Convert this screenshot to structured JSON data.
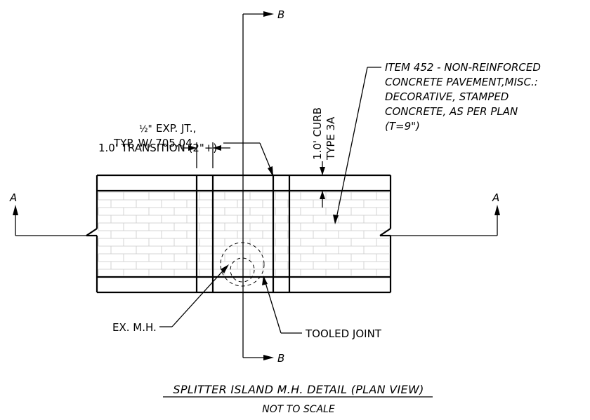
{
  "section_markers": {
    "b": "B",
    "a": "A"
  },
  "labels": {
    "item_note": [
      "ITEM 452 - NON-REINFORCED",
      "CONCRETE PAVEMENT,MISC.:",
      "DECORATIVE, STAMPED",
      "CONCRETE, AS PER PLAN",
      "(T=9\")"
    ],
    "curb_note": [
      "1.0' CURB",
      "TYPE 3A"
    ],
    "exp_jt_frac": "½\"",
    "exp_jt_line1": "EXP. JT.,",
    "exp_jt_line2": "TYP. W/ 705.04",
    "transition": "1.0' TRANSITION (2\"+)",
    "manhole": "EX. M.H.",
    "tooled_joint": "TOOLED JOINT"
  },
  "title": "SPLITTER ISLAND M.H. DETAIL (PLAN VIEW)",
  "subtitle": "NOT TO SCALE"
}
